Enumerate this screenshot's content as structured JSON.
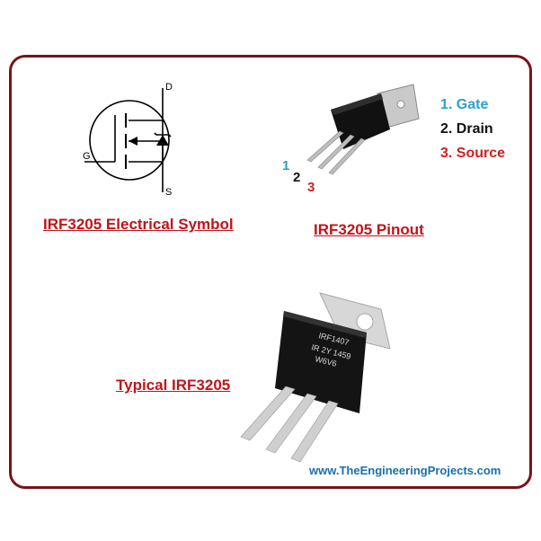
{
  "symbol": {
    "label_drain": "D",
    "label_gate": "G",
    "label_source": "S",
    "caption": "IRF3205 Electrical Symbol"
  },
  "pinout": {
    "caption": "IRF3205 Pinout",
    "legend": [
      {
        "text": "1. Gate",
        "color": "#2a9fd0"
      },
      {
        "text": "2. Drain",
        "color": "#111111"
      },
      {
        "text": "3. Source",
        "color": "#d0201e"
      }
    ],
    "pin_numbers": [
      {
        "text": "1",
        "color": "#2a9fd0"
      },
      {
        "text": "2",
        "color": "#111111"
      },
      {
        "text": "3",
        "color": "#d0201e"
      }
    ]
  },
  "photo": {
    "caption": "Typical IRF3205",
    "marking": [
      "IRF1407",
      "IR 2Y 1459",
      "W6V6"
    ]
  },
  "footer": {
    "website": "www.TheEngineeringProjects.com"
  },
  "colors": {
    "frame": "#7a1219",
    "caption": "#c0141a",
    "website": "#1a6fa8"
  }
}
